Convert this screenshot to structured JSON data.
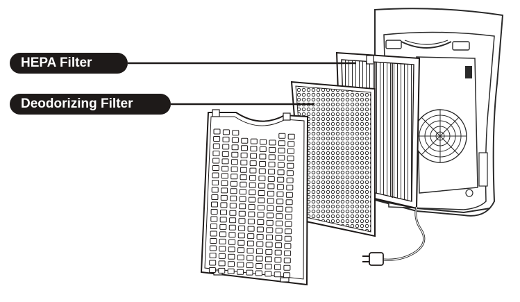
{
  "labels": {
    "hepa": "HEPA Filter",
    "deodorizing": "Deodorizing Filter"
  },
  "colors": {
    "label_background": "#1e1a19",
    "label_text": "#ffffff",
    "outline": "#2a2a2a",
    "filter_mesh": "#4a4a4a",
    "panel_fill": "#ffffff"
  },
  "icons": {
    "unit": "air-purifier-body",
    "plug": "power-plug-icon",
    "fan": "fan-grille-icon"
  }
}
